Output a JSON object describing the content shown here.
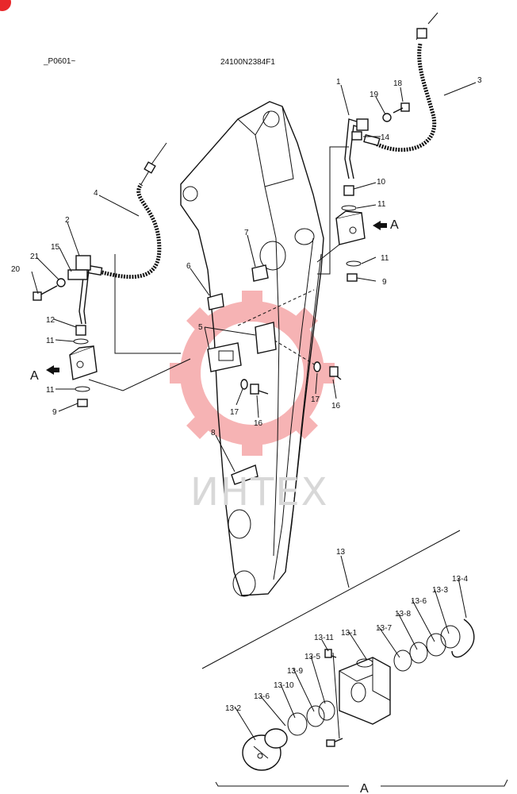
{
  "header": {
    "page_code": "_P0601~",
    "drawing_number": "24100N2384F1"
  },
  "watermark": {
    "text": "ИНТЕХ",
    "color": "#e8282b"
  },
  "view_labels": {
    "left_arrow": "A",
    "right_arrow": "A",
    "detail_bracket": "A"
  },
  "callouts": {
    "p1": "1",
    "p2": "2",
    "p3": "3",
    "p4": "4",
    "p5": "5",
    "p6": "6",
    "p7": "7",
    "p8": "8",
    "p9a": "9",
    "p9b": "9",
    "p10": "10",
    "p11a": "11",
    "p11b": "11",
    "p11c": "11",
    "p11d": "11",
    "p12": "12",
    "p13": "13",
    "p13_1": "13-1",
    "p13_2": "13-2",
    "p13_3": "13-3",
    "p13_4": "13-4",
    "p13_5": "13-5",
    "p13_6a": "13-6",
    "p13_6b": "13-6",
    "p13_7": "13-7",
    "p13_8": "13-8",
    "p13_9": "13-9",
    "p13_10": "13-10",
    "p13_11": "13-11",
    "p14": "14",
    "p15": "15",
    "p16a": "16",
    "p16b": "16",
    "p17a": "17",
    "p17b": "17",
    "p18": "18",
    "p19": "19",
    "p20": "20",
    "p21": "21"
  }
}
